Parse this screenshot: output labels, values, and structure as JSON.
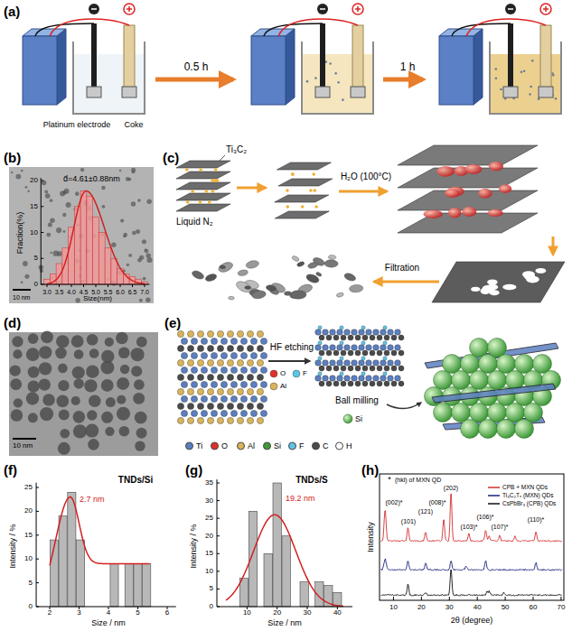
{
  "diagram": {
    "labels": [
      "(a)",
      "0.5 h",
      "1 h",
      "Platinum electrode",
      "Coke",
      "(b)",
      "d̄=4.61±0.88nm",
      "Fraction(%)",
      "20",
      "15",
      "10",
      "5",
      "0",
      "3.0",
      "3.5",
      "4.0",
      "4.5",
      "5.0",
      "5.5",
      "6.0",
      "6.5",
      "7.0",
      "Size(nm)",
      "10 nm",
      "(c)",
      "Ti₃C₂",
      "Liquid N₂",
      "H₂O (100°C)",
      "Filtration",
      "(d)",
      "10 nm",
      "(e)",
      "HF etching",
      "O",
      "F",
      "Al",
      "Ball milling",
      "Si",
      "(f)",
      "TNDs/Si",
      "2.7 nm",
      "Intensity / %",
      "0",
      "5",
      "10",
      "15",
      "20",
      "25",
      "2",
      "3",
      "4",
      "5",
      "6",
      "Size / nm",
      "(g)",
      "TNDs/S",
      "19.2 nm",
      "Intensity / %",
      "0",
      "5",
      "10",
      "15",
      "20",
      "25",
      "30",
      "35",
      "10",
      "20",
      "30",
      "40",
      "Size / nm",
      "(h)",
      "*",
      "(002)*",
      "(101)",
      "(121)",
      "(008)*",
      "(202)",
      "(103)*",
      "(106)*",
      "(107)*",
      "(110)*",
      "Intensity",
      "10",
      "20",
      "30",
      "40",
      "50",
      "60",
      "70",
      "2θ (degree)"
    ],
    "legend": [
      {
        "text": "Ti",
        "color": "#5b7fc0"
      },
      {
        "text": "O",
        "color": "#e0312a"
      },
      {
        "text": "Al",
        "color": "#d9b45a"
      },
      {
        "text": "Si",
        "color": "#3f9a3a"
      },
      {
        "text": "F",
        "color": "#5ec4e8"
      },
      {
        "text": "C",
        "color": "#4a4a4a"
      },
      {
        "text": "H",
        "color": "#ffffff"
      },
      {
        "text": "(hkl) of MXN QD"
      },
      {
        "text": "CPB + MXN QDs"
      },
      {
        "text": "Ti₃C₂Tₓ (MXN) QDs"
      },
      {
        "text": "CsPbBr₃ (CPB) QDs"
      }
    ]
  }
}
